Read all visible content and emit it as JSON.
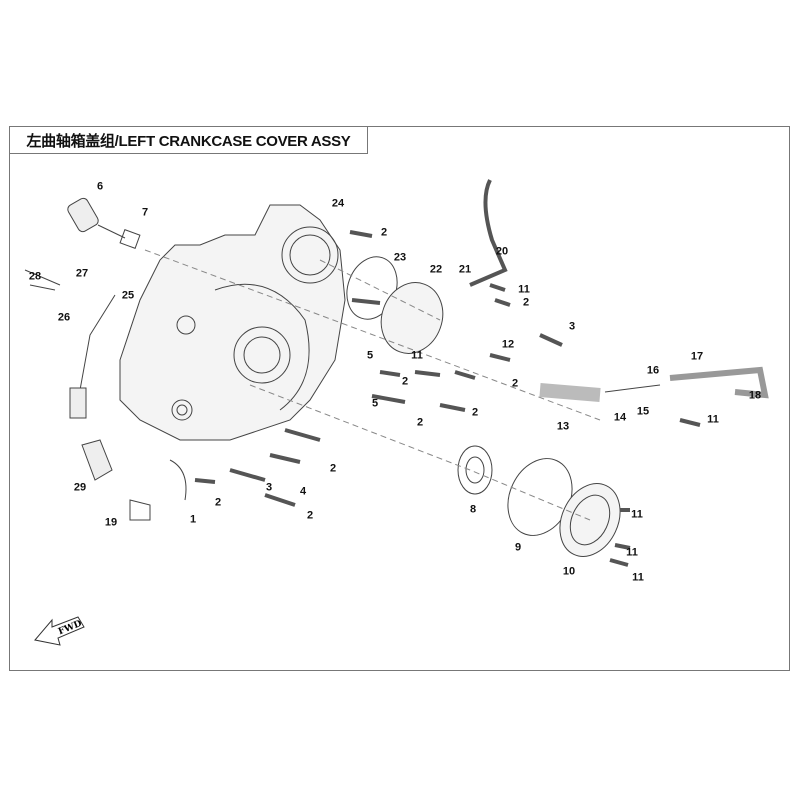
{
  "title": "左曲轴箱盖组/LEFT CRANKCASE COVER ASSY",
  "fwd_label": "FWD",
  "callouts": [
    "6",
    "7",
    "24",
    "2",
    "20",
    "23",
    "22",
    "21",
    "11",
    "2",
    "28",
    "27",
    "25",
    "26",
    "3",
    "12",
    "5",
    "11",
    "2",
    "2",
    "17",
    "16",
    "18",
    "5",
    "2",
    "2",
    "14",
    "15",
    "13",
    "11",
    "2",
    "3",
    "4",
    "2",
    "29",
    "1",
    "2",
    "8",
    "11",
    "19",
    "9",
    "11",
    "10",
    "11"
  ]
}
